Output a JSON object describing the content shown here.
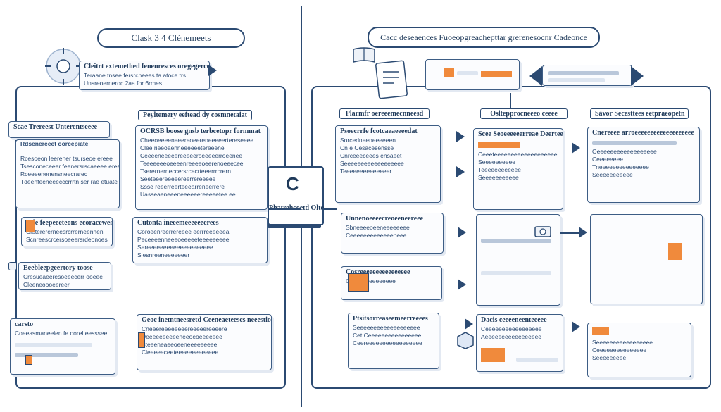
{
  "left_title": "Clаsk 3 4 Clénemeets",
  "right_title": "Cacc deseaences Fuoeopgreachepttar grerenesocnr Cadeonce",
  "center_label": "Phatrehcoetd Olto",
  "center_icon_letter": "C",
  "left_top_card": {
    "title": "Cleitrt extemethed fenenresces oregegercoe",
    "lines": [
      "Teraane tnsee fersrcheees ta atoce trs",
      "Unsreoerneroc 2aa for 6rmes"
    ]
  },
  "left_header_tag": "Peyltemery eeftead dy cosmnetaiat",
  "left_cards": [
    {
      "title": "Scae Trereest Unterentseeee",
      "lines": [
        "Rdsenereeet oorcepiate",
        "",
        "Rcesoeon leerener tsurseoe ereee",
        "Tsesconeceeer feenersrscaeeee ereee",
        "Rceeeenenensneecrarec",
        "Tdeenfeeneeecccrrrtn ser rae etuate"
      ]
    },
    {
      "title": "Scle feepeeeteons ecoracewes",
      "lines": [
        "Cleterererneesrcrrerneennen",
        "Scnreescrcersoeeersrdeonoes"
      ]
    },
    {
      "title": "Eeebleepgeertory toose",
      "lines": [
        "Cresueaeeresoeeecerr ooeee",
        "Cleeneoooeereer"
      ]
    },
    {
      "title": "carsto",
      "lines": [
        "Coeeasmaneelen fe oorel eesssee"
      ]
    }
  ],
  "middle_cards": [
    {
      "title": "OCRSB boose gnsb terbcetopr fornnnat",
      "lines": [
        "Cheeoeeeeneeereoeereneeeeertereseeee",
        "Clee rieeoaenneeeeeetereeene",
        "Ceeeeneeeeereeeeeroeeeeerroeenee",
        "Teeeeeeeoeeeenreeeeoeerenoeeecee",
        "Tserernerneccersrcecrteeerrrcrern",
        "Seeteeereeeeereerrereeeee",
        "Ssse reeerreerteeearreneerrere",
        "Uasseaeneeeneeeeeereeeeetee ee"
      ]
    },
    {
      "title": "Cutonta ineeemeeeeeeerees",
      "lines": [
        "Coroeenreerrereeee eerrreeeeeea",
        "Peceeeenneeeoeeeeeteeeeeeeee",
        "Sereeeeeeeeeeeeeeeeeeee",
        "Siesnreeneeeeeeer"
      ]
    },
    {
      "title": "Geoc inetntneesretd Ceeneaeteescs neeestion",
      "lines": [
        "Cneeereeeeeeeereeeeereeeere",
        "Deeeeeeeeeeneeoeoeeeeeee",
        "Steeeneaeeoeeneeeeeeeee",
        "Cleeeeeceeteeeeeeeeeeeee"
      ]
    }
  ],
  "right_columns": [
    {
      "title": "Plarmfr oereeemecnneesd"
    },
    {
      "title": "Osltepprocneeeo ceeee"
    },
    {
      "title": "Sävor Secesttees eetpraeopetn"
    }
  ],
  "right_col1_cards": [
    {
      "title": "Psoecrrfe fcotcaeaeeeedat",
      "lines": [
        "Sorcedneeneeeeeen",
        "Cn e Cesacesensse",
        "Cnrceeeceees ensaeet",
        "Seeeeeeeeeeeeeeeeee",
        "Teeeeeeeeeeeeeer"
      ]
    },
    {
      "title": "Unnenoeeeecreoeeneereee",
      "lines": [
        "Sbneeeeoeeneeeeeeee",
        "Ceeeeeeeeeeeeeneee"
      ]
    },
    {
      "title": "Cosreeeeeeeeeeeeeeee",
      "lines": [
        "Oereeeeeeeeeeee"
      ]
    },
    {
      "title": "Ptsitsorreaseemeerreeees",
      "lines": [
        "Seeeeeeeeeeeeeeeeeee",
        "Cet Ceeeeeeeeeeeeeeee",
        "Ceereeeeeeeeeeeeeeeee"
      ]
    }
  ],
  "right_col2_cards": [
    {
      "title": "Scee Seoeeeeeerreae Deerteer",
      "lines": [
        "Ceeeteeeeeeeeeeeeeeeeeee",
        "Seeeeeeeeee",
        "Teeeeeeeeeeee",
        "Seeeeeeeeeee"
      ]
    },
    {
      "title": "Dacis ceeeeneenteeeee",
      "lines": [
        "Ceeeeeeeeeeeeeeeee",
        "Aeeeeeeeeeeeeeeeee"
      ]
    }
  ],
  "right_col3_cards": [
    {
      "title": "Cnereeee arroeeeeeeeeeeeeeeeeeee",
      "lines": [
        "Oeeeeeeeeeeeeeeeeee",
        "Ceeeeeeee",
        "Tneeeeeeeeeeeeeee",
        "Seeeeeeeeeee"
      ]
    },
    {
      "title": "",
      "lines": [
        "Seeeeeeeeeeeeeeeee",
        "Ceeeeeeeeeeeeeee",
        "Seeeeeeeee"
      ]
    }
  ],
  "colors": {
    "navy": "#2b4a72",
    "orange": "#f08a3c",
    "pale": "#dde5f0"
  },
  "icons": [
    "gear-icon",
    "book-icon",
    "document-icon",
    "wrench-icon",
    "box-icon",
    "monitor-icon"
  ]
}
